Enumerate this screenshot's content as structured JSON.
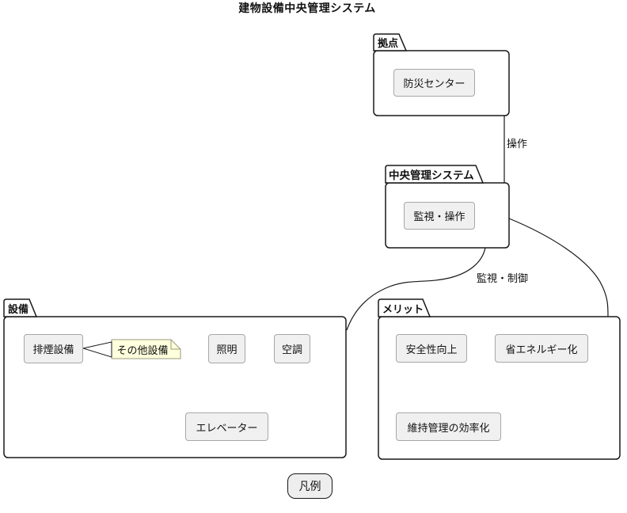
{
  "title": "建物設備中央管理システム",
  "packages": {
    "site": {
      "label": "拠点",
      "nodes": {
        "bousai_center": "防災センター"
      }
    },
    "central_system": {
      "label": "中央管理システム",
      "nodes": {
        "kanshi_sousa": "監視・操作"
      }
    },
    "equipment": {
      "label": "設備",
      "nodes": {
        "haien": "排煙設備",
        "shomei": "照明",
        "kucho": "空調",
        "elevator": "エレベーター"
      },
      "note": "その他設備"
    },
    "merit": {
      "label": "メリット",
      "nodes": {
        "anzensei": "安全性向上",
        "shoene": "省エネルギー化",
        "iji_kanri": "維持管理の効率化"
      }
    }
  },
  "edges": {
    "site_to_central": "操作",
    "central_to_equipment": "監視・制御"
  },
  "legend": {
    "label": "凡例"
  },
  "colors": {
    "line": "#181818",
    "node_fill": "#f0f0f0",
    "node_border": "#a7a7a7",
    "note_fill": "#feffdd",
    "note_border": "#9b9b7a",
    "legend_fill": "#eeeeee"
  }
}
